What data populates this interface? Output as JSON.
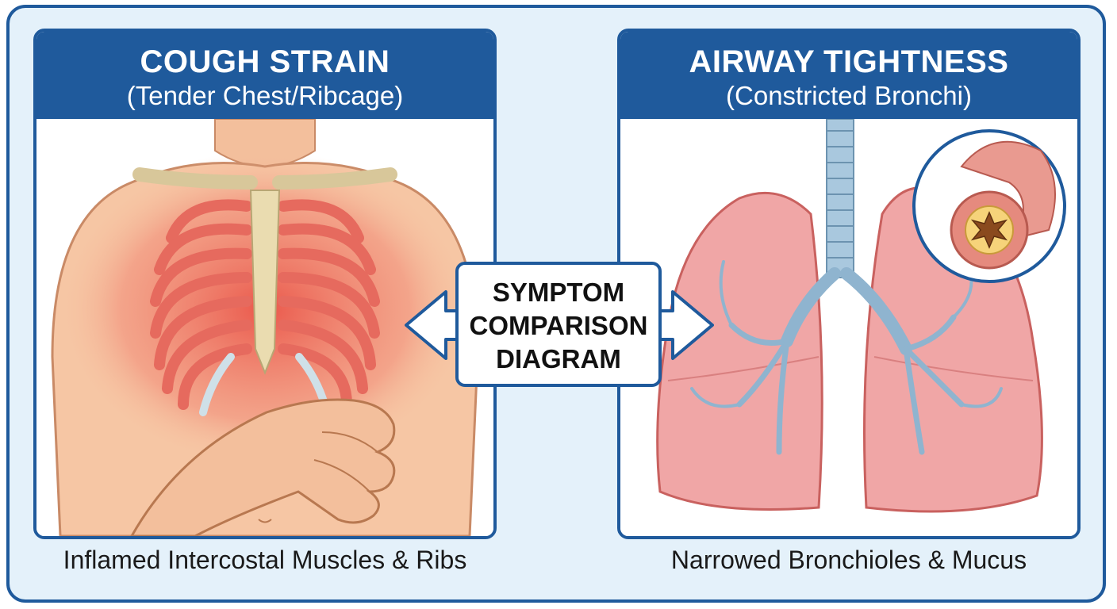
{
  "left_panel": {
    "title": "COUGH STRAIN",
    "subtitle": "(Tender Chest/Ribcage)",
    "caption": "Inflamed Intercostal Muscles & Ribs"
  },
  "right_panel": {
    "title": "AIRWAY TIGHTNESS",
    "subtitle": "(Constricted Bronchi)",
    "caption": "Narrowed Bronchioles & Mucus"
  },
  "center_label": {
    "lines": [
      "SYMPTOM",
      "COMPARISON",
      "DIAGRAM"
    ]
  },
  "colors": {
    "brand_blue": "#1f5a9c",
    "background": "#e4f1fa",
    "skin": "#f6c6a4",
    "inflammation": "#e8453c",
    "lung": "#f0a6a6",
    "bronchi": "#a9c8de"
  },
  "icons": [
    "torso-illustration",
    "ribcage-icon",
    "hand-icon",
    "lungs-illustration",
    "trachea-icon",
    "bronchiole-cross-section-icon",
    "double-arrow-icon"
  ]
}
